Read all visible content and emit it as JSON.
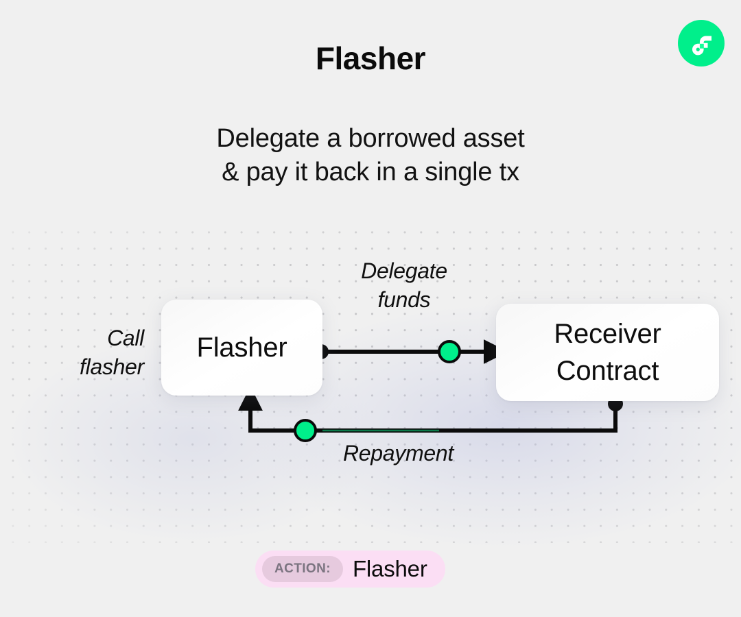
{
  "header": {
    "title": "Flasher",
    "subtitle": "Delegate a borrowed asset\n& pay it back in a single tx",
    "logo_icon": "flow-f-logo-icon",
    "logo_color": "#00EF8B"
  },
  "diagram": {
    "nodes": [
      {
        "id": "flasher",
        "label": "Flasher"
      },
      {
        "id": "receiver",
        "label": "Receiver\nContract"
      }
    ],
    "edges": [
      {
        "id": "call-flasher",
        "label": "Call\nflasher",
        "from": "external",
        "to": "flasher"
      },
      {
        "id": "delegate-funds",
        "label": "Delegate\nfunds",
        "from": "flasher",
        "to": "receiver",
        "marker_color": "#00EF8B"
      },
      {
        "id": "repayment",
        "label": "Repayment",
        "from": "receiver",
        "to": "flasher",
        "marker_color": "#00EF8B"
      }
    ],
    "colors": {
      "accent": "#00EF8B",
      "line": "#0B0B0B",
      "background": "#F0F0F0",
      "node_fill": "#FFFFFF"
    }
  },
  "badge": {
    "tag": "ACTION:",
    "value": "Flasher",
    "background": "#FBDEF4",
    "tag_background": "#E6CADE"
  }
}
